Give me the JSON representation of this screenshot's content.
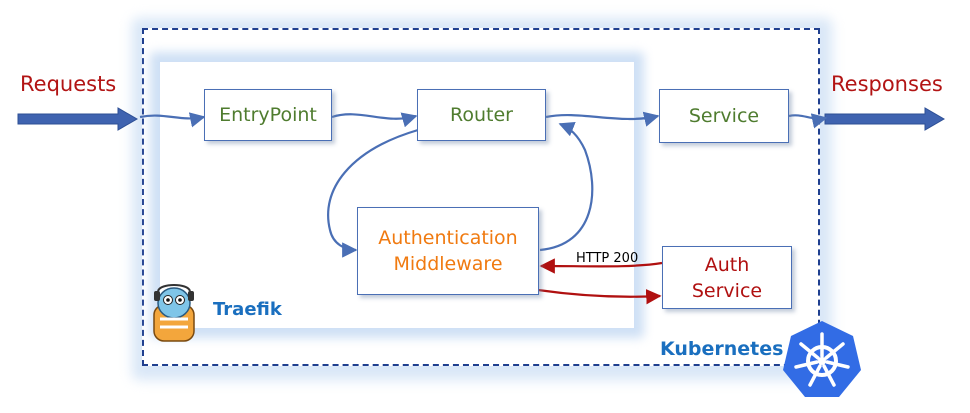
{
  "labels": {
    "requests": "Requests",
    "responses": "Responses",
    "traefik": "Traefik",
    "kubernetes": "Kubernetes",
    "http_200": "HTTP 200"
  },
  "nodes": {
    "entrypoint": "EntryPoint",
    "router": "Router",
    "service": "Service",
    "auth_middleware_line1": "Authentication",
    "auth_middleware_line2": "Middleware",
    "auth_service_line1": "Auth",
    "auth_service_line2": "Service"
  },
  "colors": {
    "flow_arrow": "#4a6fb5",
    "auth_arrow": "#b01010",
    "node_text_green": "#4f7c2f",
    "middleware_text_orange": "#f07a10",
    "label_red": "#b21414",
    "label_blue": "#1a6fbf"
  },
  "icons": {
    "traefik_logo": "traefik-gopher-icon",
    "kubernetes_logo": "kubernetes-helm-icon"
  }
}
